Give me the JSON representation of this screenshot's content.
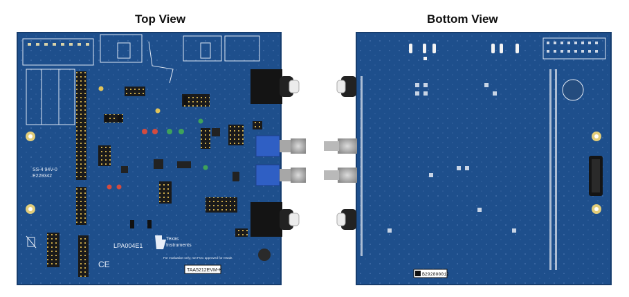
{
  "captions": {
    "top": "Top View",
    "bottom": "Bottom View"
  },
  "top_board": {
    "part_number": "LPA004E1",
    "brand_line1": "Texas",
    "brand_line2": "Instruments",
    "model_label": "TAA5212EVM-K",
    "fcc_note": "For evaluation only; not FCC approved for resale.",
    "rohs_mark": "CE",
    "rating_line1": "SS-4 94V-0",
    "rating_line2": "E229342"
  },
  "bottom_board": {
    "serial_label": "B292800012"
  },
  "colors": {
    "pcb_blue": "#1e4f8c",
    "pcb_dark": "#163d6e",
    "silkscreen": "#e8eef8",
    "header_black": "#1a1a1a",
    "pot_blue": "#2f5fc4",
    "jack_black": "#141414"
  }
}
